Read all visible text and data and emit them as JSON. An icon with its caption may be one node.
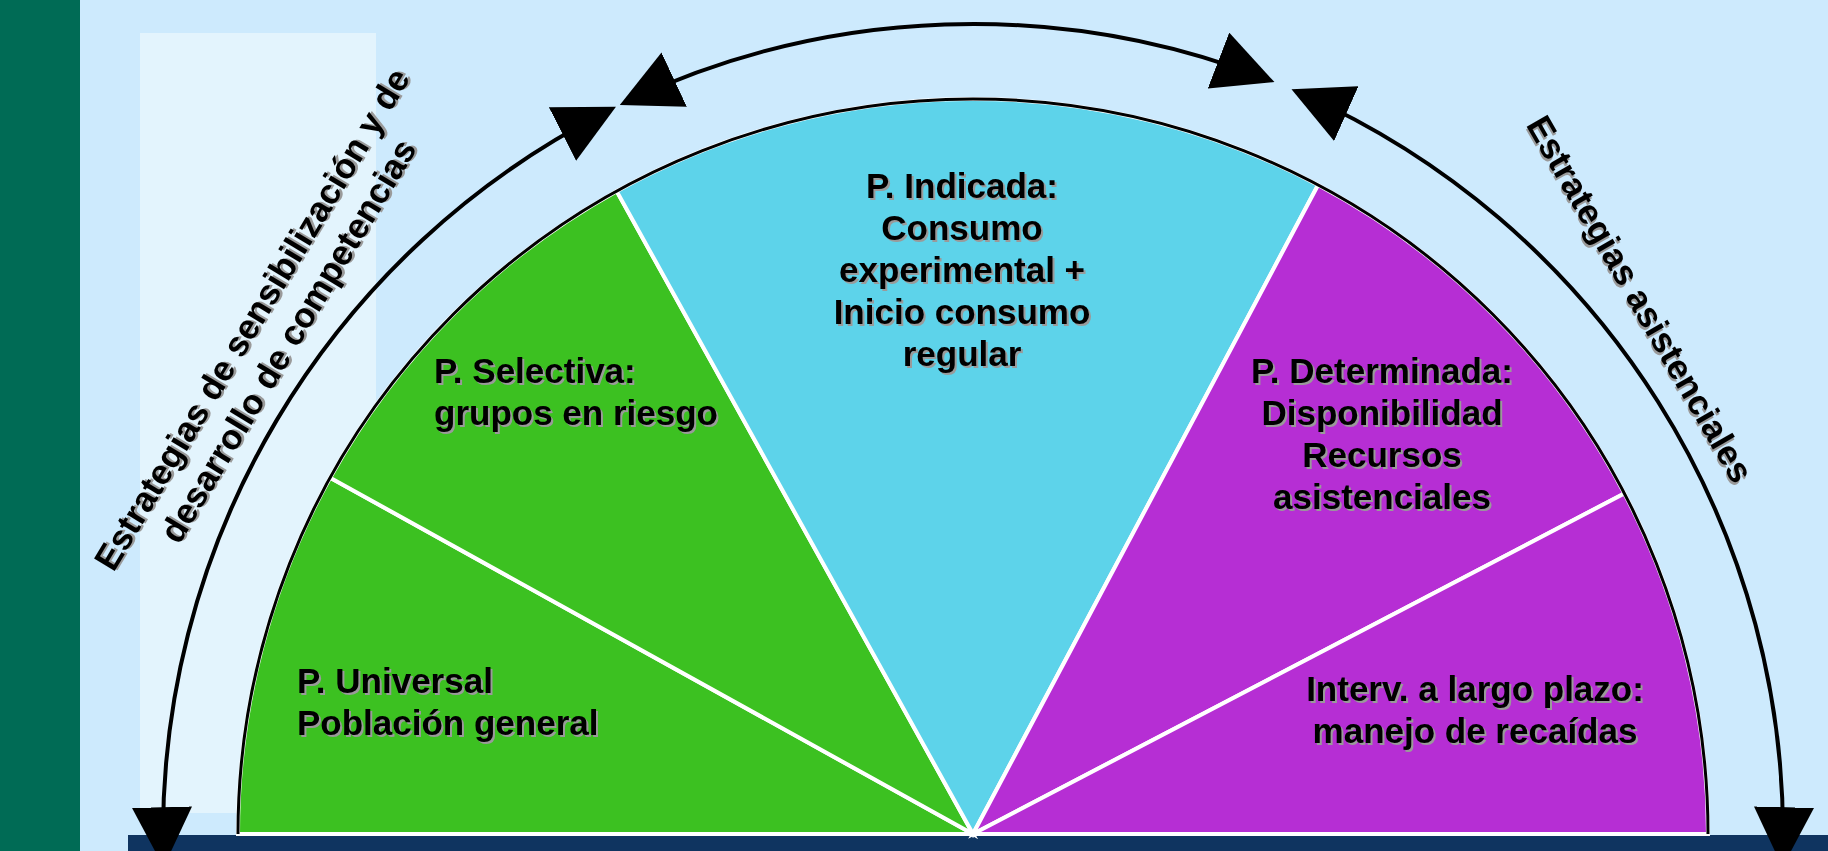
{
  "diagram": {
    "nodes": [
      {
        "text": [
          "P. Universal",
          "Población general"
        ]
      },
      {
        "text": [
          "P. Selectiva:",
          "grupos en riesgo"
        ]
      },
      {
        "text": [
          "P. Indicada:",
          "Consumo experimental + Inicio consumo regular"
        ]
      },
      {
        "text": [
          "P. Determinada:",
          "Disponibilidad Recursos asistenciales"
        ]
      },
      {
        "text": [
          "Interv. a largo plazo:",
          "manejo de recaídas"
        ]
      }
    ],
    "labels": [
      "Estrategias de sensibilización y de desarrollo de competencias",
      "Estrategias asistenciales"
    ]
  }
}
